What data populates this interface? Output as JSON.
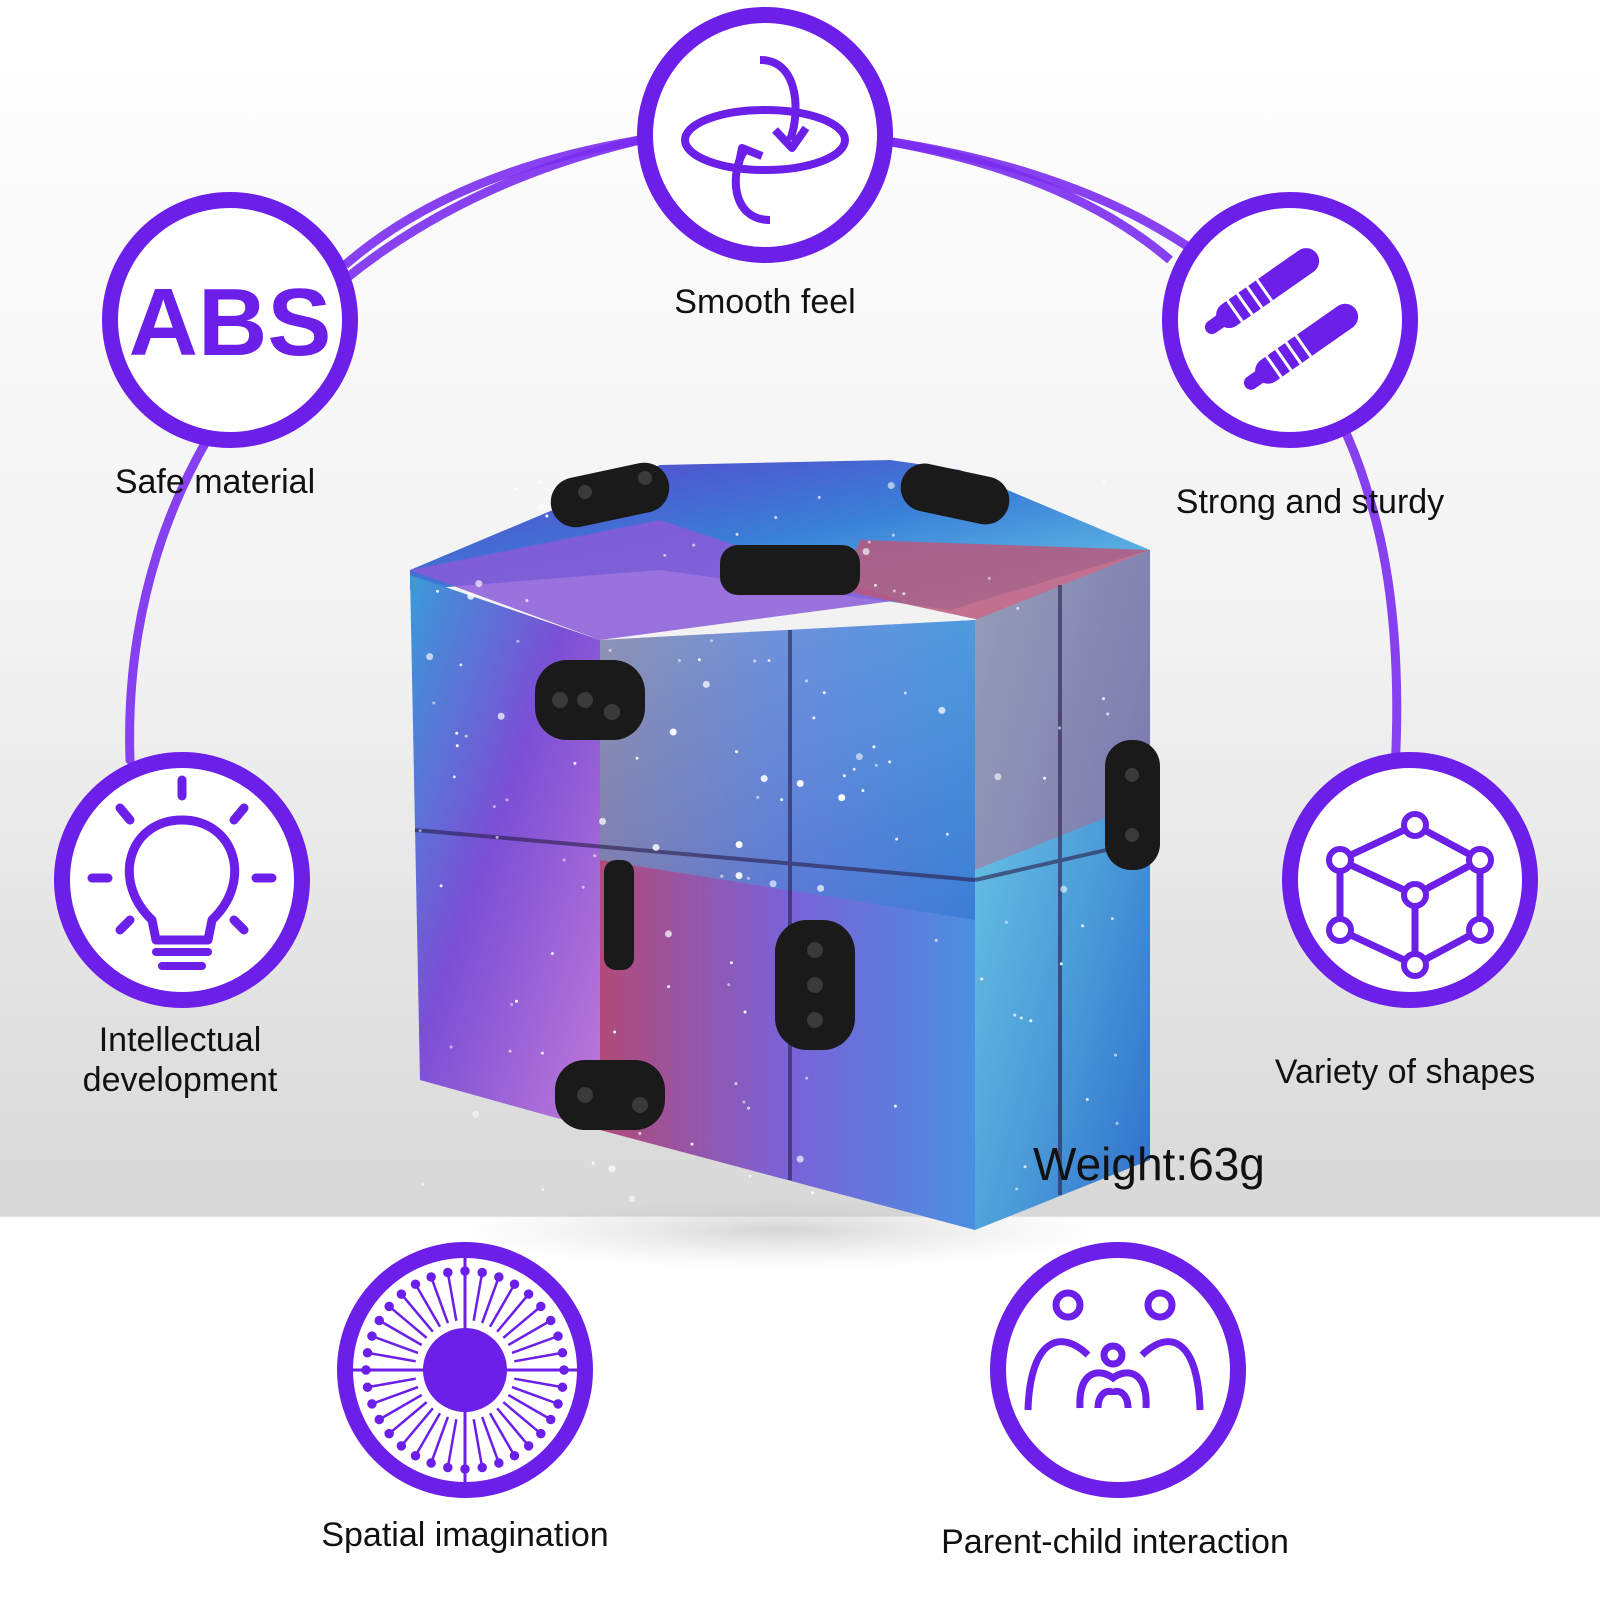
{
  "accent_color": "#6b1fe8",
  "features": {
    "abs": {
      "icon_text": "ABS",
      "label": "Safe material"
    },
    "smooth": {
      "label": "Smooth feel",
      "icon": "rotate-arrows-icon"
    },
    "strong": {
      "label": "Strong and sturdy",
      "icon": "spring-clips-icon"
    },
    "intellect": {
      "label_line1": "Intellectual",
      "label_line2": "development",
      "icon": "lightbulb-icon"
    },
    "shapes": {
      "label": "Variety of shapes",
      "icon": "cube-nodes-icon"
    },
    "spatial": {
      "label": "Spatial imagination",
      "icon": "radiating-brain-icon"
    },
    "parent": {
      "label": "Parent-child interaction",
      "icon": "family-icon"
    }
  },
  "weight_text": "Weight:63g",
  "product": {
    "name": "galaxy-infinity-cube"
  }
}
